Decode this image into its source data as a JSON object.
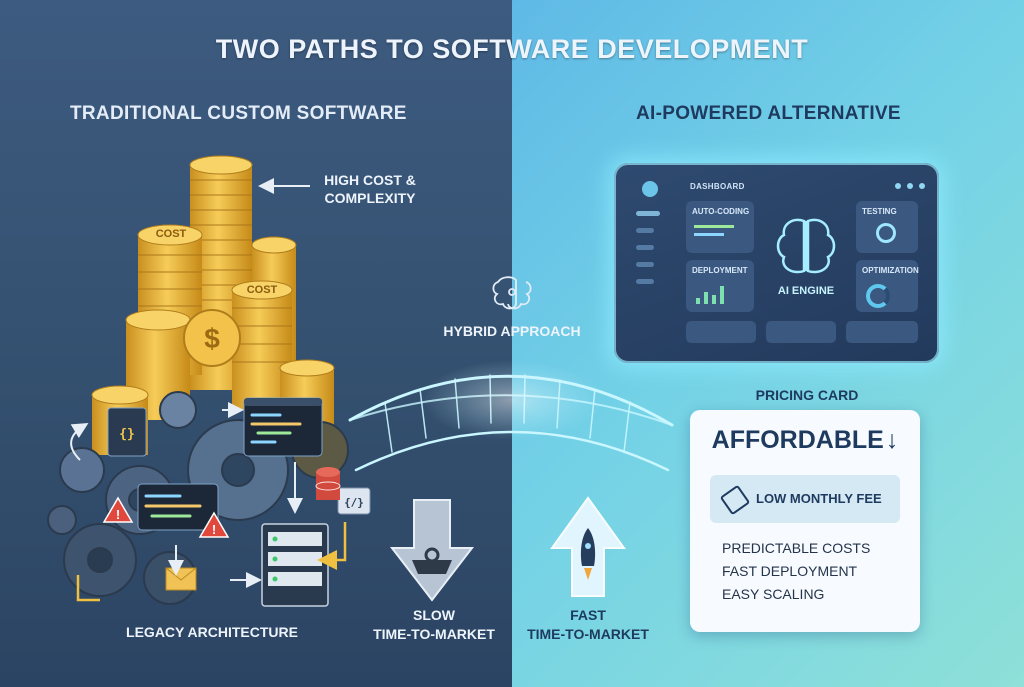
{
  "header": {
    "title": "TWO PATHS TO SOFTWARE DEVELOPMENT"
  },
  "left": {
    "title": "TRADITIONAL CUSTOM SOFTWARE",
    "cost_callout": [
      "HIGH COST &",
      "COMPLEXITY"
    ],
    "coin_labels": [
      "COST",
      "COST"
    ],
    "architecture_label": "LEGACY ARCHITECTURE",
    "time_label": [
      "SLOW",
      "TIME-TO-MARKET"
    ],
    "code_braces": "{}",
    "code_tag": "{/}"
  },
  "center": {
    "label": "HYBRID APPROACH"
  },
  "right": {
    "title": "AI-POWERED ALTERNATIVE",
    "dashboard": {
      "title": "DASHBOARD",
      "cards": [
        "AUTO-CODING",
        "TESTING",
        "DEPLOYMENT",
        "OPTIMIZATION"
      ],
      "engine": "AI ENGINE"
    },
    "pricing": {
      "label": "PRICING CARD",
      "headline": "AFFORDABLE",
      "fee": "LOW MONTHLY FEE",
      "features": [
        "PREDICTABLE COSTS",
        "FAST DEPLOYMENT",
        "EASY SCALING"
      ]
    },
    "time_label": [
      "FAST",
      "TIME-TO-MARKET"
    ]
  },
  "colors": {
    "left_bg": "#3d5b80",
    "right_bg": "#74d2e6",
    "coin": "#e9b43a",
    "title_dark": "#1e3a5f",
    "bridge": "#bff4ff",
    "alert": "#e0473d"
  },
  "icons": [
    "coin-stack-icon",
    "gear-icon",
    "code-window-icon",
    "warning-icon",
    "server-icon",
    "database-icon",
    "envelope-icon",
    "weight-icon",
    "brain-icon",
    "rocket-icon",
    "magnifier-icon",
    "price-tag-icon",
    "checkmark-icon",
    "arrow-down-icon",
    "arrow-up-icon",
    "arrow-left-icon"
  ]
}
